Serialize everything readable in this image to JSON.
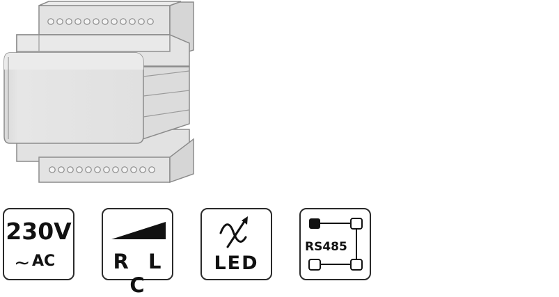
{
  "product": {
    "image": "din-rail-dimmer-module"
  },
  "features": [
    {
      "icon": "power-supply-icon",
      "label": "230V",
      "sublabel": "AC",
      "symbol": "∼"
    },
    {
      "icon": "dimming-ramp-icon",
      "label": "R L C"
    },
    {
      "icon": "led-icon",
      "label": "LED"
    },
    {
      "icon": "network-icon",
      "label": "RS485"
    }
  ],
  "colors": {
    "housing": "#e3e3e3",
    "housing_outline": "#8a8a8a",
    "terminal": "#f2f2f2",
    "badge_border": "#2a2a2a",
    "text": "#111111"
  }
}
